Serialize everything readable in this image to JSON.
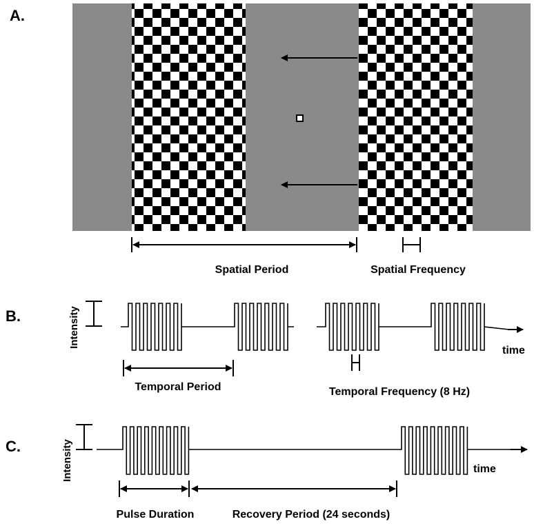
{
  "panels": {
    "a": {
      "letter": "A.",
      "spatial_period": "Spatial Period",
      "spatial_frequency": "Spatial Frequency"
    },
    "b": {
      "letter": "B.",
      "y_label": "Intensity",
      "time_label": "time",
      "temporal_period": "Temporal Period",
      "temporal_frequency": "Temporal Frequency (8 Hz)"
    },
    "c": {
      "letter": "C.",
      "y_label": "Intensity",
      "time_label": "time",
      "pulse_duration": "Pulse Duration",
      "recovery_period": "Recovery Period (24 seconds)"
    }
  },
  "colors": {
    "gray": "#8a8a8a",
    "black": "#000000",
    "white": "#ffffff"
  }
}
